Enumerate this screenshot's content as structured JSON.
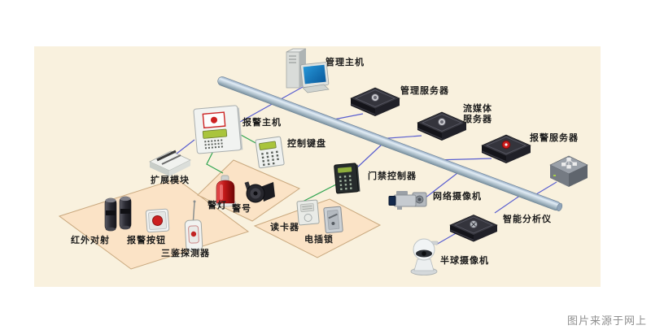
{
  "diagram": {
    "title_note": "图片来源于网上",
    "nodes": [
      {
        "id": "management-host",
        "label": "管理主机"
      },
      {
        "id": "management-server",
        "label": "管理服务器"
      },
      {
        "id": "media-server",
        "label": "流媒体\n服务器"
      },
      {
        "id": "alarm-server",
        "label": "报警服务器"
      },
      {
        "id": "alarm-host",
        "label": "报警主机"
      },
      {
        "id": "control-keypad",
        "label": "控制键盘"
      },
      {
        "id": "expansion-module",
        "label": "扩展模块"
      },
      {
        "id": "infrared-beam",
        "label": "红外对射"
      },
      {
        "id": "alarm-button",
        "label": "报警按钮"
      },
      {
        "id": "triple-detector",
        "label": "三鉴探测器"
      },
      {
        "id": "alarm-light",
        "label": "警灯"
      },
      {
        "id": "alarm-horn",
        "label": "警号"
      },
      {
        "id": "access-controller",
        "label": "门禁控制器"
      },
      {
        "id": "card-reader",
        "label": "读卡器"
      },
      {
        "id": "electric-lock",
        "label": "电插锁"
      },
      {
        "id": "network-camera",
        "label": "网络摄像机"
      },
      {
        "id": "intelligent-analyzer",
        "label": "智能分析仪"
      },
      {
        "id": "dome-camera",
        "label": "半球摄像机"
      }
    ],
    "colors": {
      "background": "#f9f1de",
      "zone_fill": "#fbe3c6",
      "zone_border": "#c9a87e",
      "pipe_dark": "#8fa6bf",
      "pipe_light": "#e2edf6",
      "pipe_shadow": "#78909e",
      "line_blue": "#5a5fd0",
      "line_green": "#2ea44f",
      "note_gray": "#8f8f8f"
    }
  }
}
